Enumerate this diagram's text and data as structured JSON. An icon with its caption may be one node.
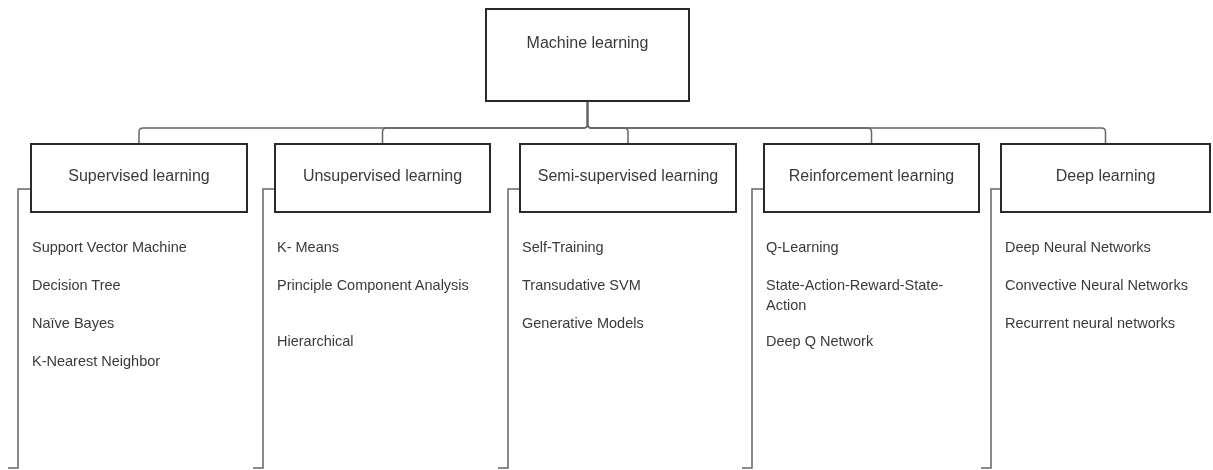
{
  "diagram": {
    "nodes": [
      {
        "text": [
          "Machine learning"
        ]
      },
      {
        "text": [
          "Supervised learning"
        ],
        "beside": [
          "Support Vector Machine",
          "Decision Tree",
          "Naïve Bayes",
          "K-Nearest Neighbor"
        ]
      },
      {
        "text": [
          "Unsupervised learning"
        ],
        "beside": [
          "K- Means",
          "Principle Component Analysis",
          "Hierarchical"
        ]
      },
      {
        "text": [
          "Semi-supervised learning"
        ],
        "beside": [
          "Self-Training",
          "Transudative SVM",
          "Generative Models"
        ]
      },
      {
        "text": [
          "Reinforcement learning"
        ],
        "beside": [
          "Q-Learning",
          "State-Action-Reward-State-Action",
          "Deep Q Network"
        ]
      },
      {
        "text": [
          "Deep learning"
        ],
        "beside": [
          "Deep Neural Networks",
          "Convective Neural Networks",
          "Recurrent neural networks"
        ]
      }
    ],
    "edges": [
      {
        "from": 0,
        "to": 1,
        "arrow": "none"
      },
      {
        "from": 0,
        "to": 2,
        "arrow": "none"
      },
      {
        "from": 0,
        "to": 3,
        "arrow": "none"
      },
      {
        "from": 0,
        "to": 4,
        "arrow": "none"
      },
      {
        "from": 0,
        "to": 5,
        "arrow": "none"
      }
    ]
  }
}
